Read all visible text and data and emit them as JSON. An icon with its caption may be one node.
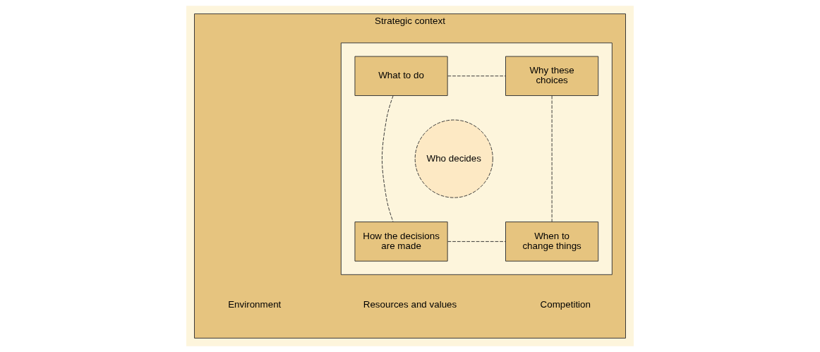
{
  "diagram": {
    "nodes": [
      {
        "text": [
          "Strategic context"
        ]
      },
      {
        "text": [],
        "shape": "box",
        "in": 0
      },
      {
        "text": [
          "What to do"
        ],
        "in": 1
      },
      {
        "text": [
          "Why these choices"
        ],
        "in": 1
      },
      {
        "text": [
          "Who decides"
        ],
        "in": 1
      },
      {
        "text": [
          "How the decisions are made"
        ],
        "in": 1
      },
      {
        "text": [
          "When to change things"
        ],
        "in": 1
      }
    ],
    "edges": [
      {
        "from": 2,
        "to": 3,
        "arrow": "none",
        "style": "dashed"
      },
      {
        "from": 2,
        "to": 5,
        "arrow": "none",
        "style": "dashed"
      },
      {
        "from": 3,
        "to": 6,
        "arrow": "none",
        "style": "dashed"
      },
      {
        "from": 5,
        "to": 6,
        "arrow": "none",
        "style": "dashed"
      }
    ],
    "labels": [
      "Environment",
      "Resources and values",
      "Competition"
    ]
  }
}
